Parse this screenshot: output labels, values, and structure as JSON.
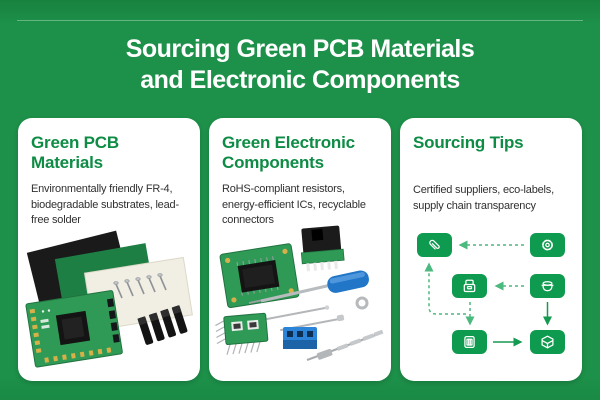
{
  "page": {
    "title_line1": "Sourcing Green PCB Materials",
    "title_line2": "and Electronic Components"
  },
  "cards": [
    {
      "heading": "Green PCB Materials",
      "body": "Environmentally friendly FR-4, biodegradable substrates, lead-free solder",
      "photo_items": [
        "black-fiberglass-sheet",
        "green-substrate-sheet",
        "white-biodegradable-substrate",
        "green-pcb-with-ic",
        "screws",
        "black-connectors"
      ]
    },
    {
      "heading": "Green Electronic Components",
      "body": "RoHS-compliant resistors, energy-efficient ICs, recyclable connectors",
      "photo_items": [
        "green-pcb-module",
        "black-connector-header",
        "blue-screwdriver",
        "metal-pins",
        "green-dip-ic",
        "blue-terminal-block",
        "threaded-component",
        "washer"
      ]
    },
    {
      "heading": "Sourcing Tips",
      "body": "Certified suppliers, eco-labels, supply chain transparency",
      "flowchart": {
        "nodes": [
          "paperclip-icon",
          "gear-icon",
          "printer-icon",
          "basket-icon",
          "receipt-icon",
          "package-icon"
        ],
        "edges": [
          {
            "from": "gear",
            "to": "paperclip",
            "style": "dashed"
          },
          {
            "from": "basket",
            "to": "printer",
            "style": "dashed"
          },
          {
            "from": "printer",
            "to": "receipt",
            "style": "dashed"
          },
          {
            "from": "printer",
            "to": "paperclip",
            "style": "dashed-elbow"
          },
          {
            "from": "basket",
            "to": "package",
            "style": "solid"
          },
          {
            "from": "receipt",
            "to": "package",
            "style": "solid"
          }
        ]
      }
    }
  ],
  "colors": {
    "background": "#1d9049",
    "card_bg": "#ffffff",
    "title_text": "#ffffff",
    "heading_green": "#0e8c45",
    "body_text": "#303030",
    "tile_green": "#0f9b4f",
    "arrow_solid": "#169a52",
    "arrow_dashed": "#4cb97e",
    "pcb_green": "#2f9a55",
    "tool_blue": "#2176c7"
  }
}
